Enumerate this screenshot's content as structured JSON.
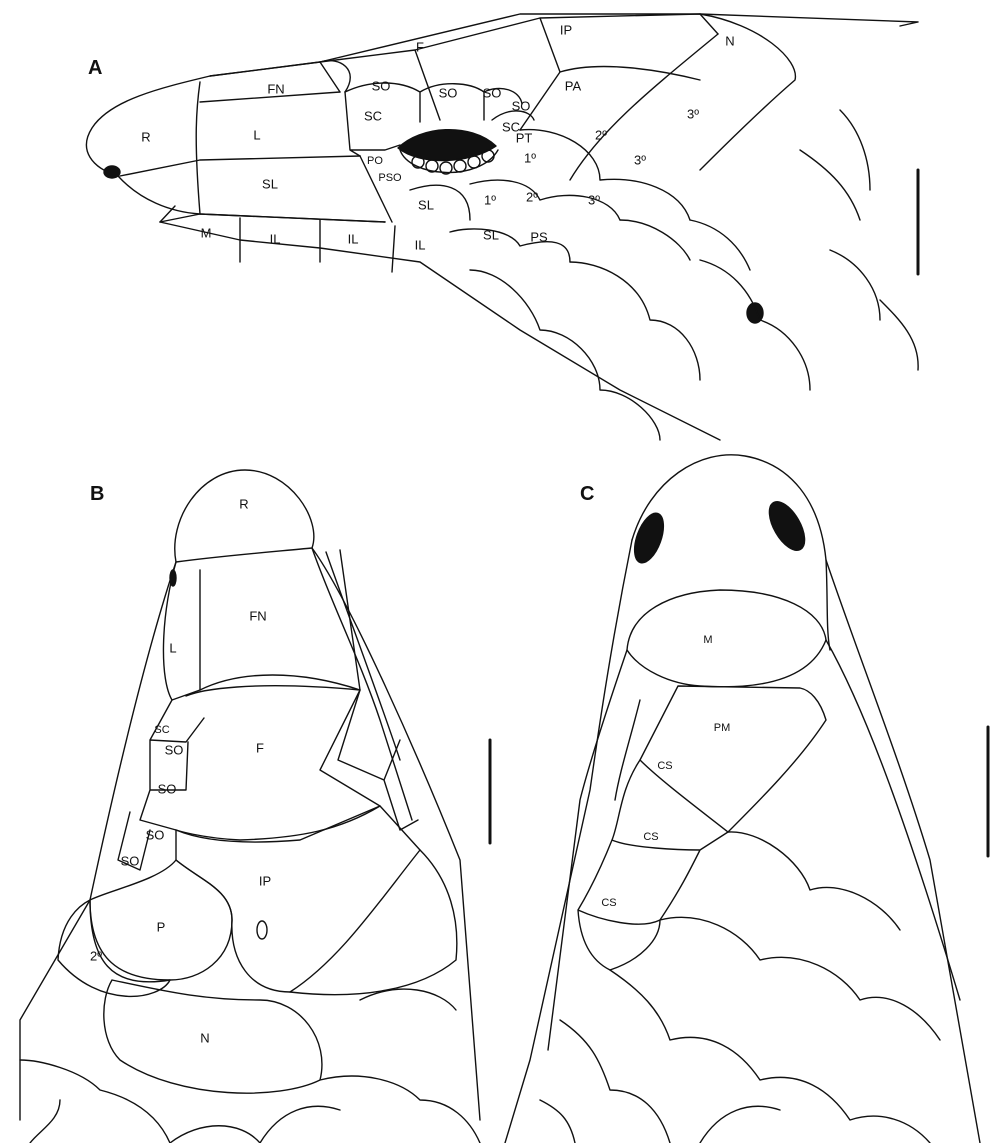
{
  "panels": {
    "a": {
      "letter": "A",
      "labels": {
        "r": "R",
        "fn": "FN",
        "l": "L",
        "sl1": "SL",
        "f": "F",
        "ip": "IP",
        "n": "N",
        "so1": "SO",
        "so2": "SO",
        "so3": "SO",
        "so4": "SO",
        "sc1": "SC",
        "sc2": "SC",
        "pa": "PA",
        "pt": "PT",
        "po": "PO",
        "pso": "PSO",
        "t2a": "2º",
        "t3a": "3º",
        "t1a": "1º",
        "t3b": "3º",
        "t2b": "2º",
        "t3c": "3º",
        "t1b": "1º",
        "sl2": "SL",
        "sl3": "SL",
        "ps": "PS",
        "m": "M",
        "il1": "IL",
        "il2": "IL",
        "il3": "IL"
      }
    },
    "b": {
      "letter": "B",
      "labels": {
        "r": "R",
        "fn": "FN",
        "l": "L",
        "sc": "SC",
        "so1": "SO",
        "f": "F",
        "so2": "SO",
        "so3": "SO",
        "so4": "SO",
        "ip": "IP",
        "p": "P",
        "t2": "2º",
        "n": "N"
      }
    },
    "c": {
      "letter": "C",
      "labels": {
        "m": "M",
        "pm": "PM",
        "cs1": "CS",
        "cs2": "CS",
        "cs3": "CS"
      }
    }
  }
}
